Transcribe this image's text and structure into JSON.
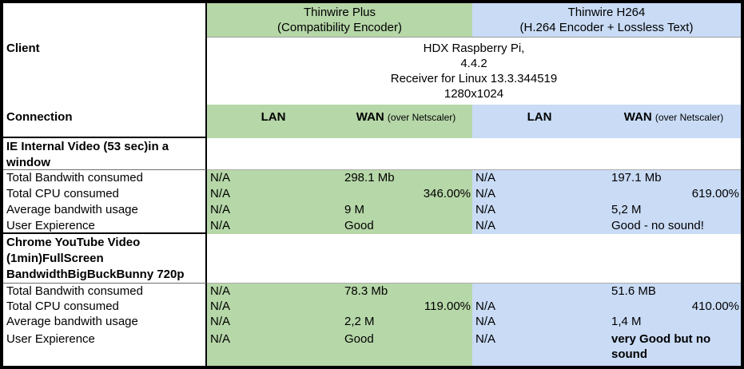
{
  "table": {
    "groups": [
      {
        "name": "Thinwire Plus",
        "subtitle": "(Compatibility Encoder)",
        "color": "#b6d7a8"
      },
      {
        "name": "Thinwire H264",
        "subtitle": "(H.264 Encoder + Lossless Text)",
        "color": "#c9dbf5"
      }
    ],
    "client": {
      "label": "Client",
      "lines": [
        "HDX Raspberry Pi,",
        "4.4.2",
        "Receiver for Linux 13.3.344519",
        "1280x1024"
      ]
    },
    "connection": {
      "label": "Connection",
      "lan": "LAN",
      "wan": "WAN",
      "wan_note": "(over Netscaler)"
    },
    "sections": [
      {
        "title": "IE Internal Video (53 sec)in a window",
        "rows": [
          {
            "label": "Total Bandwith consumed",
            "tp_lan": "N/A",
            "tp_wan": "298.1 Mb",
            "h264_lan": "N/A",
            "h264_wan": "197.1 Mb"
          },
          {
            "label": "Total CPU consumed",
            "tp_lan": "N/A",
            "tp_wan": "346.00%",
            "h264_lan": "N/A",
            "h264_wan": "619.00%"
          },
          {
            "label": "Average bandwith usage",
            "tp_lan": "N/A",
            "tp_wan": "9 M",
            "h264_lan": "N/A",
            "h264_wan": "5,2 M"
          },
          {
            "label": "User Expierence",
            "tp_lan": "N/A",
            "tp_wan": "Good",
            "h264_lan": "N/A",
            "h264_wan": "Good - no sound!"
          }
        ]
      },
      {
        "title": "Chrome YouTube Video (1min)FullScreen BandwidthBigBuckBunny 720p",
        "rows": [
          {
            "label": "Total Bandwith consumed",
            "tp_lan": "N/A",
            "tp_wan": "78.3 Mb",
            "h264_lan": "",
            "h264_wan": "51.6 MB"
          },
          {
            "label": "Total CPU consumed",
            "tp_lan": "N/A",
            "tp_wan": "119.00%",
            "h264_lan": "N/A",
            "h264_wan": "410.00%"
          },
          {
            "label": "Average bandwith usage",
            "tp_lan": "N/A",
            "tp_wan": "2,2 M",
            "h264_lan": "N/A",
            "h264_wan": "1,4 M"
          },
          {
            "label": "User Expierence",
            "tp_lan": "N/A",
            "tp_wan": "Good",
            "h264_lan": "N/A",
            "h264_wan": "very Good but no sound"
          }
        ]
      }
    ]
  }
}
